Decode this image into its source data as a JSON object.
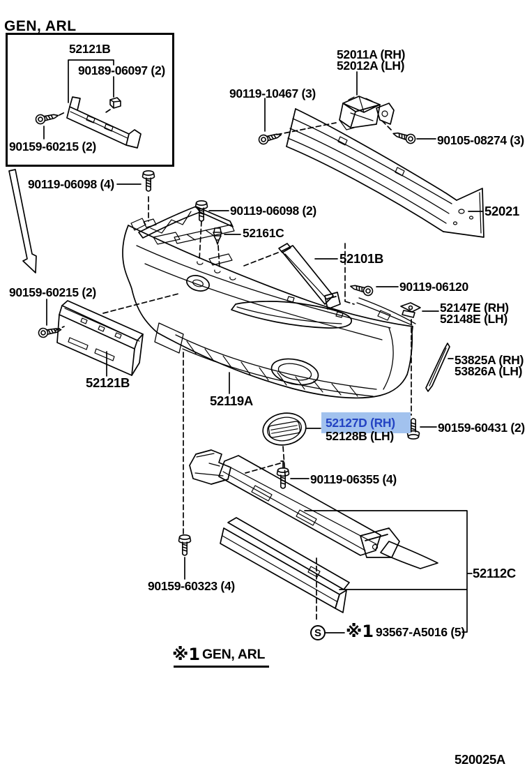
{
  "page": {
    "drawing_code": "520025A"
  },
  "inset": {
    "title": "GEN, ARL",
    "bracket": "52121B",
    "clip": "90189-06097 (2)",
    "screw": "90159-60215 (2)"
  },
  "labels": {
    "bolt_06098_4": "90119-06098 (4)",
    "bolt_06098_2": "90119-06098 (2)",
    "clip_52161c": "52161C",
    "bracket_rh": "52011A (RH)",
    "bracket_lh": "52012A (LH)",
    "bolt_10467": "90119-10467 (3)",
    "bolt_08274": "90105-08274 (3)",
    "reinforcement": "52021",
    "support": "52101B",
    "bolt_06120": "90119-06120",
    "retainer_rh": "52147E (RH)",
    "retainer_lh": "52148E (LH)",
    "seal_rh": "53825A (RH)",
    "seal_lh": "53826A (LH)",
    "screw_60215": "90159-60215 (2)",
    "plate_bracket": "52121B",
    "bumper_cover": "52119A",
    "hole_cover_rh": "52127D (RH)",
    "hole_cover_lh": "52128B (LH)",
    "screw_60431": "90159-60431 (2)",
    "bolt_06355": "90119-06355 (4)",
    "screw_60323": "90159-60323 (4)",
    "lower_assembly": "52112C",
    "screw_93567": "93567-A5016 (5)",
    "screw_93567_ref": "※1",
    "s_marker": "S"
  },
  "footnote": {
    "ref": "※1",
    "text": "GEN, ARL"
  },
  "highlight": {
    "selected_part": "52127D (RH)",
    "bg": "#a2c2ee",
    "text_color": "#2343c3"
  }
}
